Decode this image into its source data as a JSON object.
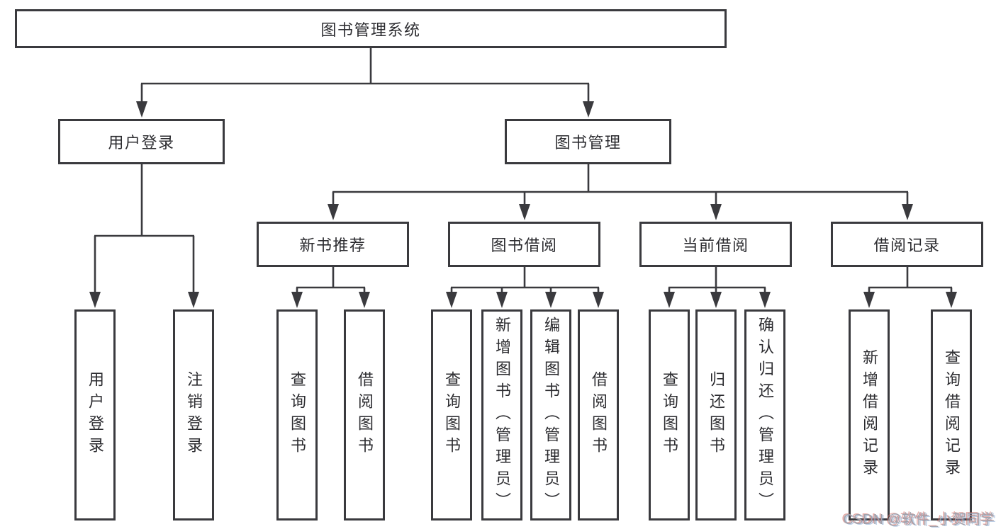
{
  "diagram": {
    "tree": {
      "root": "图书管理系统",
      "branches": [
        {
          "label": "用户登录",
          "children": [
            "用户登录",
            "注销登录"
          ]
        },
        {
          "label": "图书管理",
          "children": [
            {
              "label": "新书推荐",
              "children": [
                "查询图书",
                "借阅图书"
              ]
            },
            {
              "label": "图书借阅",
              "children": [
                "查询图书",
                "新增图书（管理员）",
                "编辑图书（管理员）",
                "借阅图书"
              ]
            },
            {
              "label": "当前借阅",
              "children": [
                "查询图书",
                "归还图书",
                "确认归还（管理员）"
              ]
            },
            {
              "label": "借阅记录",
              "children": [
                "新增借阅记录",
                "查询借阅记录"
              ]
            }
          ]
        }
      ]
    }
  },
  "watermark": {
    "text": "CSDN @软件_小贺同学"
  },
  "colors": {
    "line": "#3a3a3e",
    "border": "#3a3a3e",
    "text": "#2c2c30",
    "watermark": "#a2a2ab",
    "background": "#ffffff"
  }
}
